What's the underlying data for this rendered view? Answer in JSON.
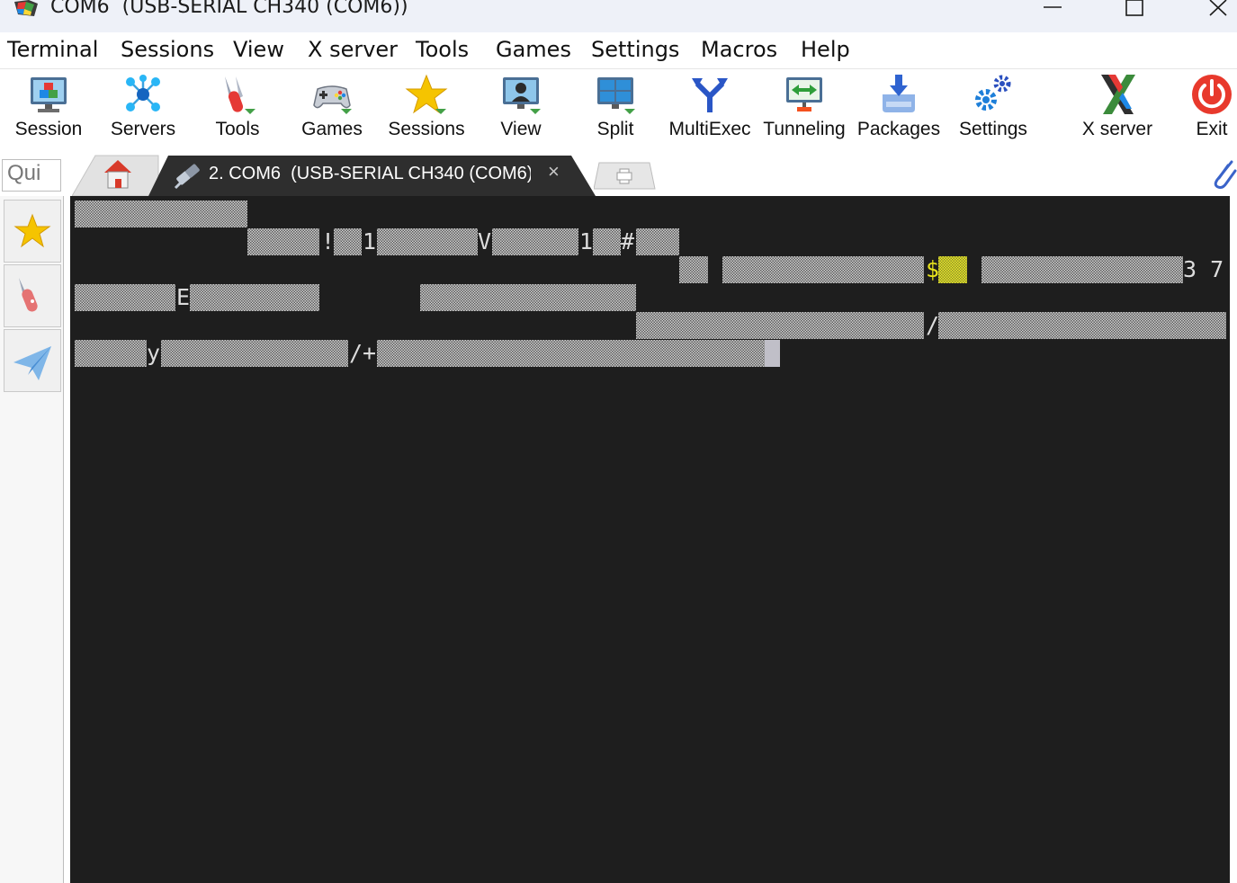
{
  "window": {
    "title": "COM6  (USB-SERIAL CH340 (COM6))",
    "app_icon": "mobaxterm-app-icon",
    "controls": [
      "minimize-icon",
      "maximize-icon",
      "close-icon"
    ]
  },
  "menu": [
    "Terminal",
    "Sessions",
    "View",
    "X server",
    "Tools",
    "Games",
    "Settings",
    "Macros",
    "Help"
  ],
  "toolbar": [
    {
      "label": "Session",
      "icon": "session-monitor-icon"
    },
    {
      "label": "Servers",
      "icon": "servers-network-icon"
    },
    {
      "label": "Tools",
      "icon": "tools-knife-icon"
    },
    {
      "label": "Games",
      "icon": "gamepad-icon"
    },
    {
      "label": "Sessions",
      "icon": "star-icon"
    },
    {
      "label": "View",
      "icon": "view-monitor-icon"
    },
    {
      "label": "Split",
      "icon": "split-screen-icon"
    },
    {
      "label": "MultiExec",
      "icon": "multiexec-fork-icon"
    },
    {
      "label": "Tunneling",
      "icon": "tunneling-icon"
    },
    {
      "label": "Packages",
      "icon": "packages-download-icon"
    },
    {
      "label": "Settings",
      "icon": "settings-gears-icon"
    },
    {
      "label": "X server",
      "icon": "x-server-icon"
    },
    {
      "label": "Exit",
      "icon": "power-icon"
    }
  ],
  "tabs": {
    "quick_connect": "Qui",
    "home_icon": "home-icon",
    "active": {
      "label": "2. COM6  (USB-SERIAL CH340 (COM6))",
      "icon": "serial-plug-icon",
      "close": "×"
    },
    "new_tab_icon": "plus-icon",
    "attach_icon": "paperclip-icon"
  },
  "sidebar": [
    "star-icon",
    "tools-knife-icon",
    "paper-plane-icon"
  ],
  "terminal": {
    "background": "#1e1e1e",
    "foreground": "#dcdcdc",
    "highlight": "#e8e31c",
    "visible_chars": [
      {
        "row": 2,
        "text": "!"
      },
      {
        "row": 2,
        "text": "1"
      },
      {
        "row": 2,
        "text": "V"
      },
      {
        "row": 2,
        "text": "1"
      },
      {
        "row": 2,
        "text": "#"
      },
      {
        "row": 3,
        "text": "$",
        "color": "yellow"
      },
      {
        "row": 3,
        "text": "3 7"
      },
      {
        "row": 4,
        "text": "E"
      },
      {
        "row": 5,
        "text": "/"
      },
      {
        "row": 6,
        "text": "y"
      },
      {
        "row": 6,
        "text": "/+"
      }
    ]
  }
}
